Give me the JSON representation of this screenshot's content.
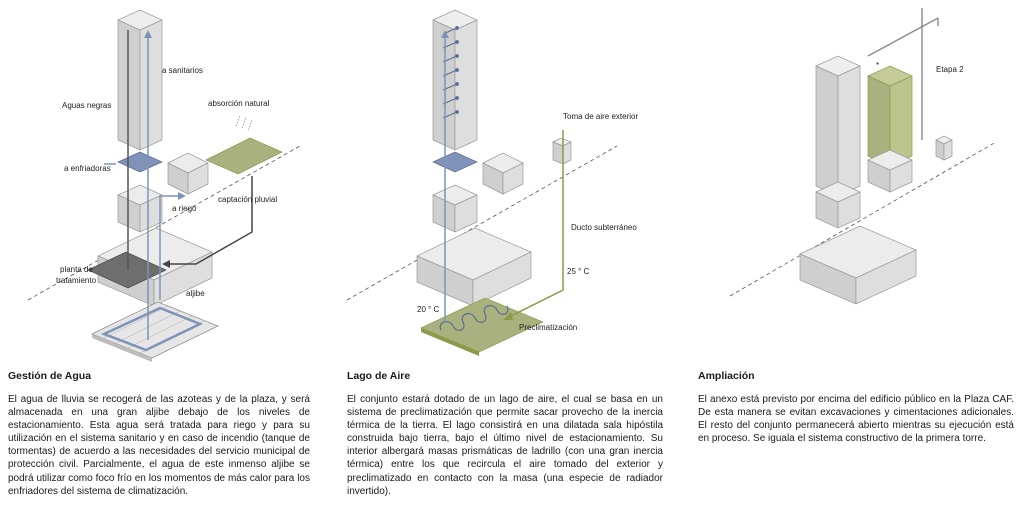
{
  "panels": [
    {
      "heading": "Gestión de Agua",
      "body": "El agua de lluvia se recogerá de las azoteas y de la plaza, y será almacenada en una gran aljibe debajo de los niveles de estacionamiento. Esta agua será tratada para riego y para su utilización en el sistema sanitario y en caso de incendio (tanque de tormentas) de acuerdo a las necesidades del servicio municipal de protección civil. Parcialmente, el agua de este inmenso aljibe se podrá utilizar como foco frío en los momentos de más calor para los enfriadores del sistema de climatización.",
      "labels": {
        "sanitarios": "a sanitarios",
        "aguas_negras": "Aguas negras",
        "absorcion": "absorción natural",
        "enfriadoras": "a enfriadoras",
        "riego": "a riego",
        "captacion": "captación pluvial",
        "planta_1": "planta de",
        "planta_2": "tratamiento",
        "aljibe": "aljibe"
      }
    },
    {
      "heading": "Lago de Aire",
      "body": "El conjunto estará dotado de un lago de aire, el cual se basa en un sistema de preclimatización que permite sacar provecho de la inercia térmica de la tierra. El lago consistirá en una dilatada sala hipóstila construida bajo tierra, bajo el último nivel de estacionamiento. Su interior albergará masas prismáticas de ladrillo (con una gran inercia térmica) entre los que recircula el aire tomado del exterior y preclimatizado en contacto con la masa (una especie de radiador invertido).",
      "labels": {
        "toma": "Toma de aire exterior",
        "ducto": "Ducto subterráneo",
        "temp_25": "25 ° C",
        "temp_20": "20 ° C",
        "preclim": "Preclimatización"
      }
    },
    {
      "heading": "Ampliación",
      "body": "El anexo está previsto por encima del edificio público en la Plaza CAF. De esta manera se evitan excavaciones y cimentaciones adicionales. El resto del conjunto permanecerá abierto mientras su ejecución está en proceso. Se iguala el sistema constructivo de la primera torre.",
      "labels": {
        "etapa": "Etapa 2"
      }
    }
  ],
  "colors": {
    "box_fill": "#d4d4d4",
    "box_stroke": "#9a9a9a",
    "water_blue": "#7f93b8",
    "green": "#a9b27e",
    "green_line": "#8c9a4a",
    "dark_gray": "#6e6e6e"
  }
}
